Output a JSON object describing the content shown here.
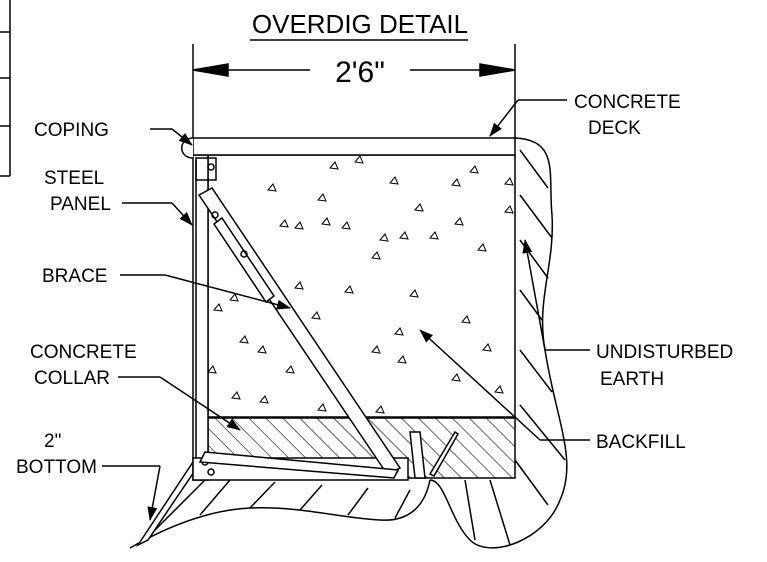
{
  "title": "OVERDIG DETAIL",
  "dimension": "2'6\"",
  "labels": {
    "coping": "COPING",
    "steel_panel_1": "STEEL",
    "steel_panel_2": "PANEL",
    "brace": "BRACE",
    "concrete_collar_1": "CONCRETE",
    "concrete_collar_2": "COLLAR",
    "bottom_1": "2\"",
    "bottom_2": "BOTTOM",
    "concrete_deck_1": "CONCRETE",
    "concrete_deck_2": "DECK",
    "undisturbed_earth_1": "UNDISTURBED",
    "undisturbed_earth_2": "EARTH",
    "backfill": "BACKFILL"
  },
  "colors": {
    "ink": "#000000",
    "background": "#ffffff"
  }
}
